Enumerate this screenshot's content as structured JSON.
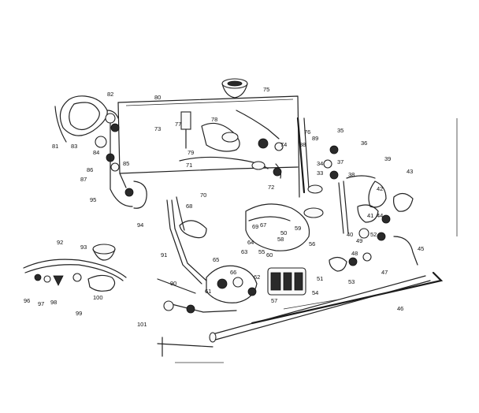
{
  "diagram": {
    "callouts": [
      "75",
      "80",
      "81",
      "82",
      "83",
      "84",
      "85",
      "86",
      "87",
      "77",
      "73",
      "79",
      "78",
      "71",
      "72",
      "70",
      "74",
      "76",
      "69",
      "88",
      "89",
      "35",
      "36",
      "37",
      "33",
      "34",
      "38",
      "39",
      "43",
      "42",
      "41",
      "40",
      "44",
      "45",
      "46",
      "47",
      "48",
      "49",
      "50",
      "51",
      "52",
      "53",
      "54",
      "55",
      "56",
      "57",
      "58",
      "59",
      "60",
      "61",
      "62",
      "63",
      "64",
      "65",
      "66",
      "67",
      "68",
      "90",
      "91",
      "92",
      "93",
      "94",
      "95",
      "96",
      "97",
      "98",
      "99",
      "100",
      "101"
    ]
  }
}
